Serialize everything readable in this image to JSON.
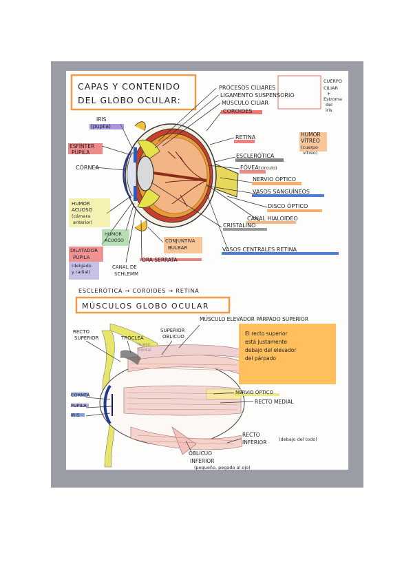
{
  "section1": {
    "title_line1": "CAPAS Y CONTENIDO",
    "title_line2": "DEL GLOBO OCULAR:",
    "labels": {
      "procesos_ciliares": "PROCESOS CILIARES",
      "ligamento": "LIGAMENTO SUSPENSORIO",
      "musculo_ciliar": "MÚSCULO CILIAR",
      "coroides": "COROIDES",
      "cuerpo_ciliar_1": "CUERPO",
      "cuerpo_ciliar_2": "CILIAR",
      "cuerpo_ciliar_3": "+",
      "cuerpo_ciliar_4": "Estroma",
      "cuerpo_ciliar_5": "del",
      "cuerpo_ciliar_6": "iris",
      "iris_1": "IRIS",
      "iris_2": "(pupila)",
      "esfinter_1": "ESFÍNTER",
      "esfinter_2": "PUPILA",
      "retina": "RETINA",
      "humor_vitreo_1": "HUMOR",
      "humor_vitreo_2": "VÍTREO",
      "humor_vitreo_3": "(cuerpo",
      "humor_vitreo_4": "vítreo)",
      "cornea": "CÓRNEA",
      "esclerotica": "ESCLERÓTICA",
      "fovea": "FÓVEA",
      "fovea_note": "(circulo)",
      "nervio_optico": "NERVIO ÓPTICO",
      "vasos_sanguineos": "VASOS SANGUÍNEOS",
      "humor_acuoso_1": "HUMOR",
      "humor_acuoso_2": "ACUOSO",
      "humor_acuoso_3": "(cámara",
      "humor_acuoso_4": "anterior)",
      "humor_acuoso_b1": "HUMOR",
      "humor_acuoso_b2": "ACUOSO",
      "disco_optico": "DISCO ÓPTICO",
      "canal_hialoideo": "CANAL HIALOIDEO",
      "cristalino": "CRISTALINO",
      "conjuntiva_1": "CONJUNTIVA",
      "conjuntiva_2": "BULBAR",
      "dilatador_1": "DILATADOR",
      "dilatador_2": "PUPILA",
      "dilatador_3": "(delgado",
      "dilatador_4": "y radial)",
      "vasos_centrales": "VASOS CENTRALES RETINA",
      "canal_schlemm_1": "CANAL DE",
      "canal_schlemm_2": "SCHLEMM",
      "ora_serrata": "ORA SERRATA",
      "capas": "ESCLERÓTICA → COROIDES → RETINA"
    }
  },
  "section2": {
    "title": "MÚSCULOS GLOBO OCULAR",
    "labels": {
      "recto_superior_1": "RECTO",
      "recto_superior_2": "SUPERIOR",
      "troclea": "TRÓCLEA",
      "hueso_frontal_1": "hueso",
      "hueso_frontal_2": "frontal",
      "superior_oblicuo_1": "SUPERIOR",
      "superior_oblicuo_2": "OBLICUO",
      "elevador": "MÚSCULO ELEVADOR PÁRPADO SUPERIOR",
      "cornea": "CÓRNEA",
      "pupila": "PUPILA",
      "iris": "IRIS",
      "nervio_optico": "NERVIO ÓPTICO",
      "recto_medial": "RECTO MEDIAL",
      "recto_inferior_1": "RECTO",
      "recto_inferior_2": "INFERIOR",
      "recto_inferior_note": "(debajo del todo)",
      "oblicuo_inferior_1": "OBLICUO",
      "oblicuo_inferior_2": "INFERIOR",
      "oblicuo_inferior_note": "(pequeño, pegado al ojo)"
    },
    "sticky_note": [
      "El recto superior",
      "está justamente",
      "debajo del elevador",
      "del párpado"
    ]
  },
  "colors": {
    "paper": "#fdfdfb",
    "scan_background": "#9a9ca6",
    "ink": "#1d1d28",
    "orange_highlight": "#f39a4a",
    "red_highlight": "#e64b4b",
    "blue_highlight": "#2f66c9",
    "purple_highlight": "#7b63c9",
    "yellow_highlight": "#e9e35a",
    "green_highlight": "#7ec47a",
    "sticky_note": "#ffbf5c"
  }
}
